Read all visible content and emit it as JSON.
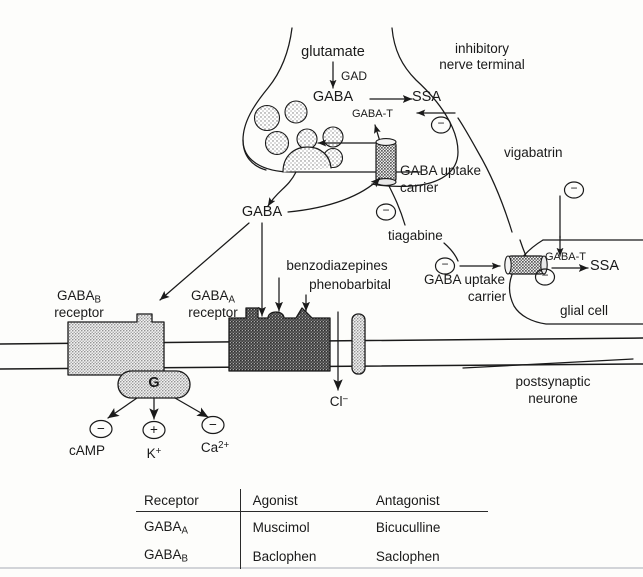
{
  "figure": {
    "title": "GABA synapse: inhibitory nerve terminal, postsynaptic neurone and glial cell",
    "background_color": "#fdfdfb",
    "ink_color": "#1a1a1a"
  },
  "terminal": {
    "name": "inhibitory nerve terminal",
    "name_line1": "inhibitory",
    "name_line2": "nerve terminal",
    "glutamate": "glutamate",
    "gad_enzyme": "GAD",
    "gaba": "GABA",
    "ssa": "SSA",
    "gaba_t_enzyme": "GABA-T",
    "uptake_carrier_line1": "GABA uptake",
    "uptake_carrier_line2": "carrier"
  },
  "cleft": {
    "gaba": "GABA"
  },
  "drugs": {
    "vigabatrin": "vigabatrin",
    "tiagabine": "tiagabine",
    "benzodiazepines": "benzodiazepines",
    "phenobarbital": "phenobarbital"
  },
  "glia": {
    "name": "glial cell",
    "uptake_carrier_line1": "GABA uptake",
    "uptake_carrier_line2": "carrier",
    "gaba_t_enzyme": "GABA-T",
    "ssa": "SSA"
  },
  "postsynaptic": {
    "name_line1": "postsynaptic",
    "name_line2": "neurone",
    "gaba_b_line1": "GABA",
    "gaba_b_sub": "B",
    "gaba_b_line2": "receptor",
    "gaba_a_line1": "GABA",
    "gaba_a_sub": "A",
    "gaba_a_line2": "receptor",
    "g_protein": "G",
    "chloride": "Cl",
    "chloride_sup": "−",
    "second_messengers": [
      {
        "sign": "−",
        "label": "cAMP",
        "sup": ""
      },
      {
        "sign": "+",
        "label": "K",
        "sup": "+"
      },
      {
        "sign": "−",
        "label": "Ca",
        "sup": "2+"
      }
    ]
  },
  "signs": {
    "minus": "−",
    "plus": "+"
  },
  "table": {
    "headers": [
      "Receptor",
      "Agonist",
      "Antagonist"
    ],
    "rows": [
      {
        "receptor": "GABA",
        "receptor_sub": "A",
        "agonist": "Muscimol",
        "antagonist": "Bicuculline"
      },
      {
        "receptor": "GABA",
        "receptor_sub": "B",
        "agonist": "Baclophen",
        "antagonist": "Saclophen"
      }
    ]
  }
}
